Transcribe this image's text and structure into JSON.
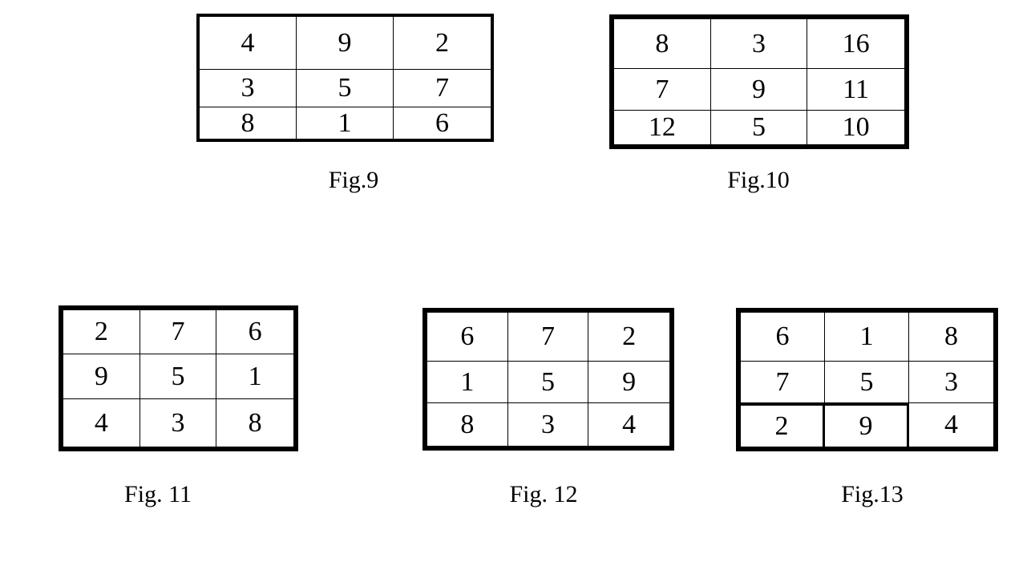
{
  "figures": [
    {
      "caption": "Fig.9",
      "cells": [
        "4",
        "9",
        "2",
        "3",
        "5",
        "7",
        "8",
        "1",
        "6"
      ]
    },
    {
      "caption": "Fig.10",
      "cells": [
        "8",
        "3",
        "16",
        "7",
        "9",
        "11",
        "12",
        "5",
        "10"
      ]
    },
    {
      "caption": "Fig. 11",
      "cells": [
        "2",
        "7",
        "6",
        "9",
        "5",
        "1",
        "4",
        "3",
        "8"
      ]
    },
    {
      "caption": "Fig. 12",
      "cells": [
        "6",
        "7",
        "2",
        "1",
        "5",
        "9",
        "8",
        "3",
        "4"
      ]
    },
    {
      "caption": "Fig.13",
      "cells": [
        "6",
        "1",
        "8",
        "7",
        "5",
        "3",
        "2",
        "9",
        "4"
      ]
    }
  ]
}
